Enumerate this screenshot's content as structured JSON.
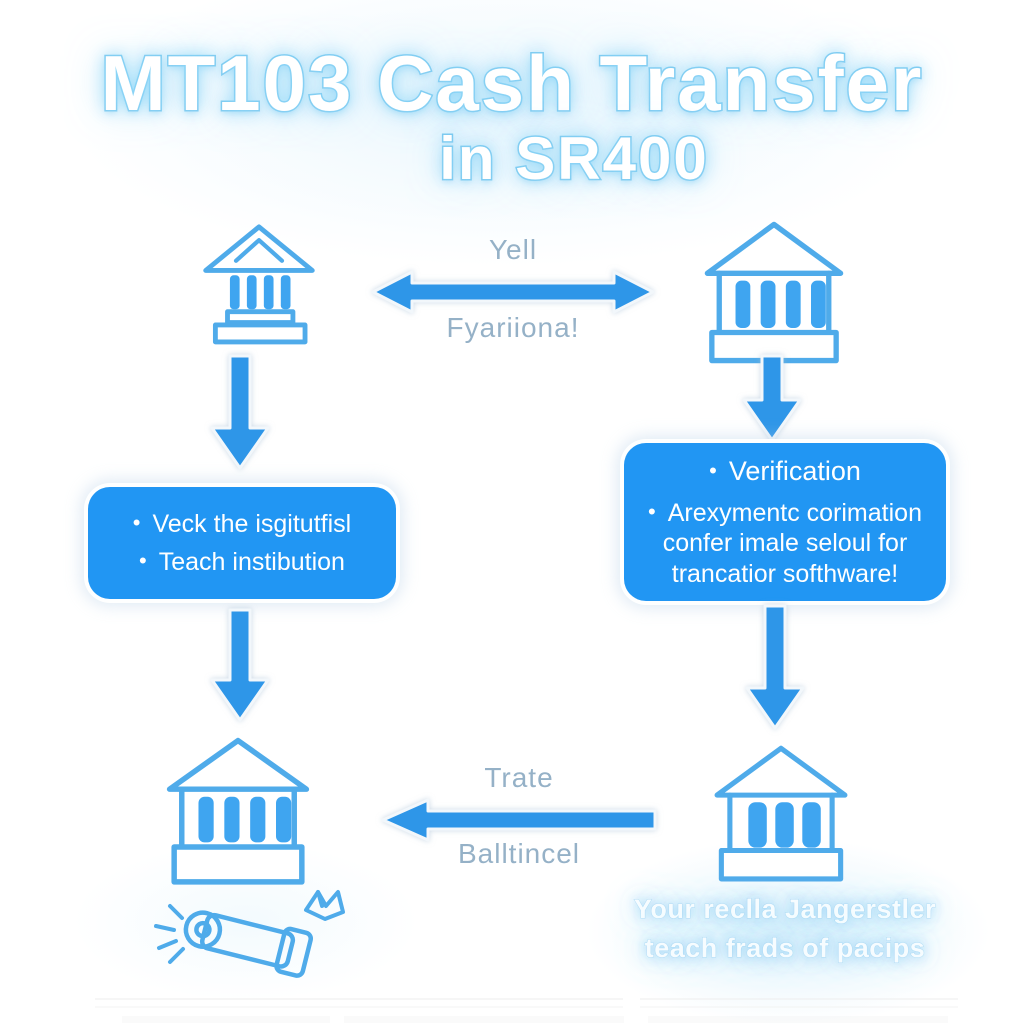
{
  "title": {
    "line1": "MT103 Cash Transfer",
    "line2": "in SR400"
  },
  "ui": {
    "bullet": "•"
  },
  "flow_top": {
    "label_above": "Yell",
    "label_below": "Fyariiona!"
  },
  "flow_bottom": {
    "label_above": "Trate",
    "label_below": "Balltincel"
  },
  "steps": {
    "left_box": {
      "items": [
        "Veck the isgitutfisl",
        "Teach instibution"
      ]
    },
    "right_box": {
      "items": [
        "Verification",
        "Arexymentc corimation confer imale seloul for trancatior softhware!"
      ]
    }
  },
  "footer_note": {
    "line1": "Your reclla Jangerstler",
    "line2": "teach frads of pacips"
  },
  "icons": {
    "top_left": "bank-icon",
    "top_right": "bank-icon",
    "bottom_left": "bank-icon",
    "bottom_right": "bank-icon",
    "cash": "cash-roll-icon",
    "arrow_horizontal": "double-arrow-icon",
    "arrow_down": "down-arrow-icon",
    "arrow_left": "left-arrow-icon"
  },
  "colors": {
    "arrow_blue": "#2e96e8",
    "box_blue": "#2196f3",
    "column_blue": "#3fa5f0",
    "bank_outline_blue": "#4fabea",
    "label_gray_blue": "#95b1c7",
    "title_stroke_blue": "#79c9f0",
    "glow_blue": "#bde3f8"
  }
}
